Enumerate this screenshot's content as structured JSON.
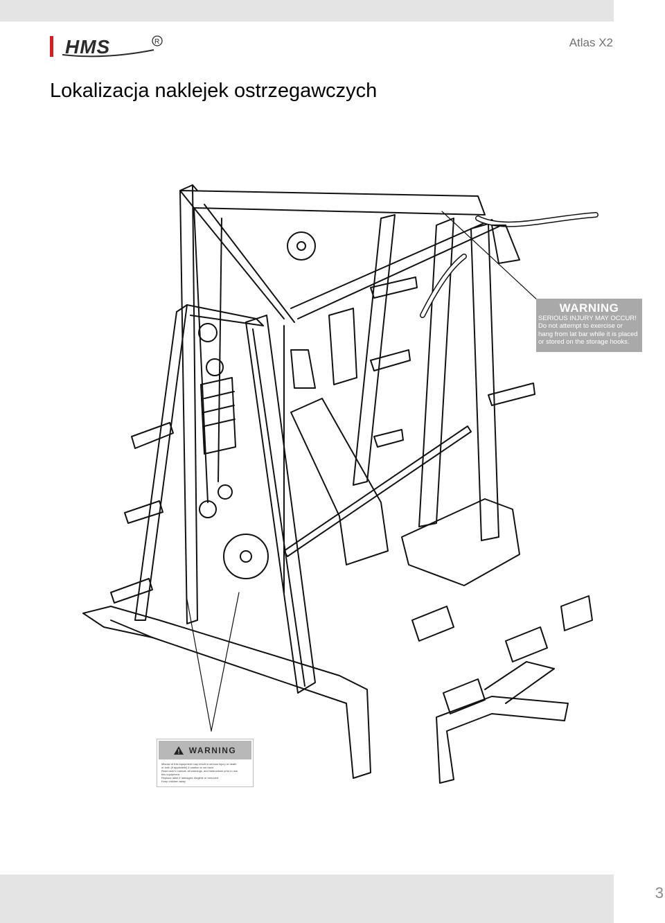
{
  "header": {
    "logo_text": "HMS",
    "logo_registered": "R",
    "model": "Atlas X2",
    "accent_color": "#d51f26"
  },
  "title": "Lokalizacja naklejek ostrzegawczych",
  "warning_label_large": {
    "title": "WARNING",
    "subtitle": "SERIOUS INJURY MAY OCCUR!",
    "lines": [
      "Do not attempt to exercise or",
      "hang from lat bar while it is placed",
      "or stored on the storage hooks."
    ]
  },
  "warning_label_small": {
    "icon": "warning-triangle-icon",
    "title": "WARNING",
    "lines": [
      "Misuse of this equipment may result in serious injury or death",
      "or both (if applicable) if caution is not used",
      "Read user's manual, all warnings, and instructions prior to use",
      "this equipment",
      "Replace label if damaged, illegible or removed",
      "Keep children away"
    ]
  },
  "footer": {
    "page_number": "3"
  }
}
